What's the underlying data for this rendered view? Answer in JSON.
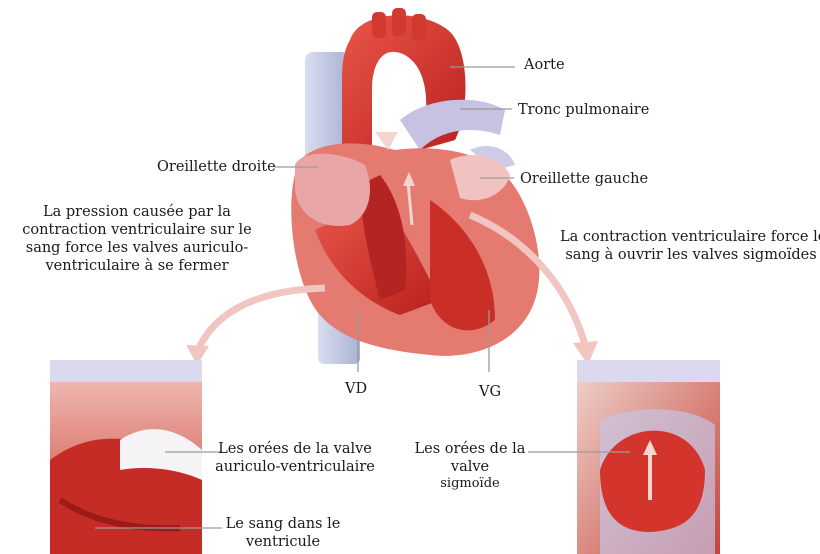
{
  "labels": {
    "aorte": "Aorte",
    "tronc_pulmonaire": "Tronc pulmonaire",
    "oreillette_droite": "Oreillette droite",
    "oreillette_gauche": "Oreillette gauche",
    "vd": "VD",
    "vg": "VG",
    "left_caption_lines": [
      "La pression causée par la",
      "contraction ventriculaire sur le",
      "sang force les valves auriculo-",
      "ventriculaire à se fermer"
    ],
    "right_caption_lines": [
      "La contraction ventriculaire force le",
      "sang à ouvrir les valves sigmoïdes"
    ],
    "av_orifices_lines": [
      "Les orées de la valve",
      "auriculo-ventriculaire"
    ],
    "blood_lines": [
      "Le sang dans le",
      "ventricule"
    ],
    "sig_orifices_lines": [
      "Les orées de la",
      "valve",
      "sigmoïde"
    ]
  },
  "colors": {
    "heart_red": "#d8352f",
    "aorta_red": "#e0483c",
    "vessel_blue": "#c9cfe6",
    "pulmonary_lavender": "#b9b3d8",
    "atrium_pink": "#e8a6a6",
    "pink_arrow": "#f2c6c0",
    "panel_header": "#dcd8ee",
    "leader_line": "#9a9a9a"
  }
}
